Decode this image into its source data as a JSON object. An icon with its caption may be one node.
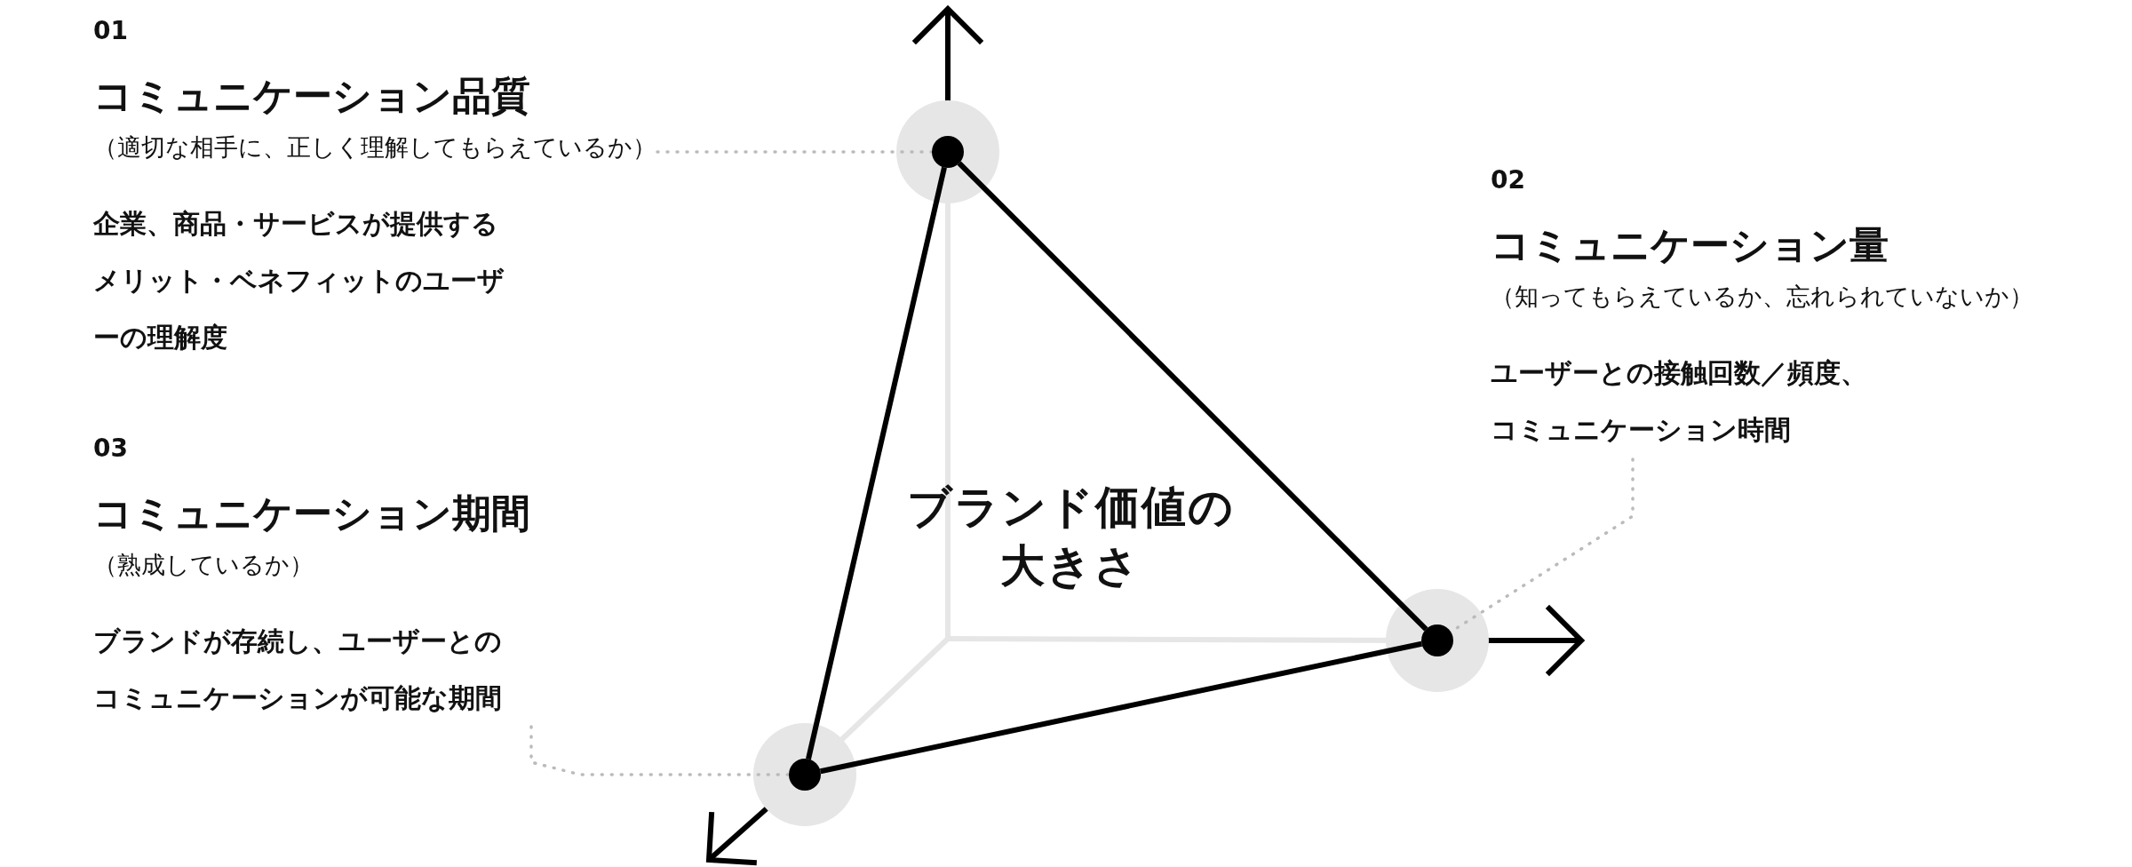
{
  "diagram": {
    "nodes": [
      {
        "text": [
          "01",
          "コミュニケーション品質",
          "（適切な相手に、正しく理解してもらえているか）",
          "企業、商品・サービスが提供するメリット・ベネフィットのユーザーの理解度"
        ]
      },
      {
        "text": [
          "02",
          "コミュニケーション量",
          "（知ってもらえているか、忘れられていないか）",
          "ユーザーとの接触回数／頻度、コミュニケーション時間"
        ]
      },
      {
        "text": [
          "03",
          "コミュニケーション期間",
          "（熟成しているか）",
          "ブランドが存続し、ユーザーとのコミュニケーションが可能な期間"
        ]
      },
      {
        "text": [],
        "shape": "circle"
      },
      {
        "text": [],
        "shape": "circle"
      },
      {
        "text": [],
        "shape": "circle"
      }
    ],
    "edges": [
      {
        "from": 0,
        "to": 3,
        "arrow": "none",
        "style": "dashed",
        "color": "#bbbbbb"
      },
      {
        "from": 1,
        "to": 4,
        "arrow": "none",
        "style": "dashed",
        "color": "#bbbbbb"
      },
      {
        "from": 2,
        "to": 5,
        "arrow": "none",
        "style": "dashed",
        "color": "#bbbbbb"
      },
      {
        "from": 3,
        "to": 4,
        "arrow": "none",
        "color": "#000000"
      },
      {
        "from": 4,
        "to": 5,
        "arrow": "none",
        "color": "#000000"
      },
      {
        "from": 5,
        "to": 3,
        "arrow": "none",
        "color": "#000000"
      }
    ],
    "labels": [
      "ブランド価値の大きさ"
    ]
  }
}
